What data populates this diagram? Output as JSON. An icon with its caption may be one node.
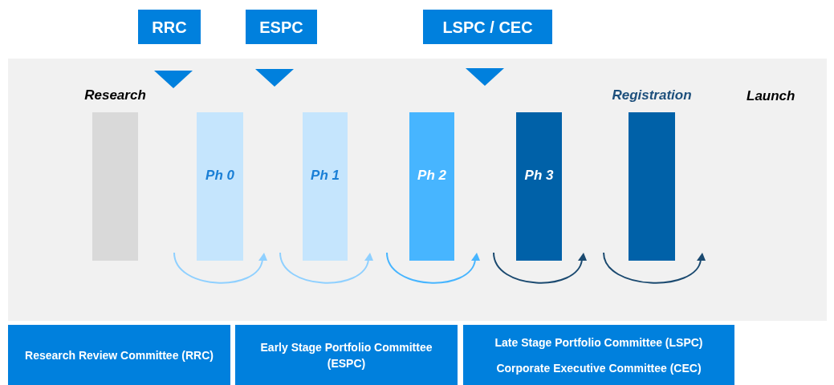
{
  "diagram": {
    "nodes": [
      {
        "text": [
          "RRC"
        ]
      },
      {
        "text": [
          "ESPC"
        ]
      },
      {
        "text": [
          "LSPC / CEC"
        ]
      },
      {
        "text": [
          "Research"
        ]
      },
      {
        "text": [
          "Ph 0"
        ]
      },
      {
        "text": [
          "Ph 1"
        ]
      },
      {
        "text": [
          "Ph 2"
        ]
      },
      {
        "text": [
          "Ph 3"
        ]
      },
      {
        "text": [
          "Registration"
        ]
      },
      {
        "text": [
          "Research Review Committee (RRC)"
        ]
      },
      {
        "text": [
          "Early Stage Portfolio Committee (ESPC)"
        ]
      },
      {
        "text": [
          "Late Stage Portfolio Committee (LSPC)",
          "Corporate Executive Committee (CEC)"
        ]
      }
    ],
    "edges": [],
    "labels": [
      "Launch"
    ]
  }
}
